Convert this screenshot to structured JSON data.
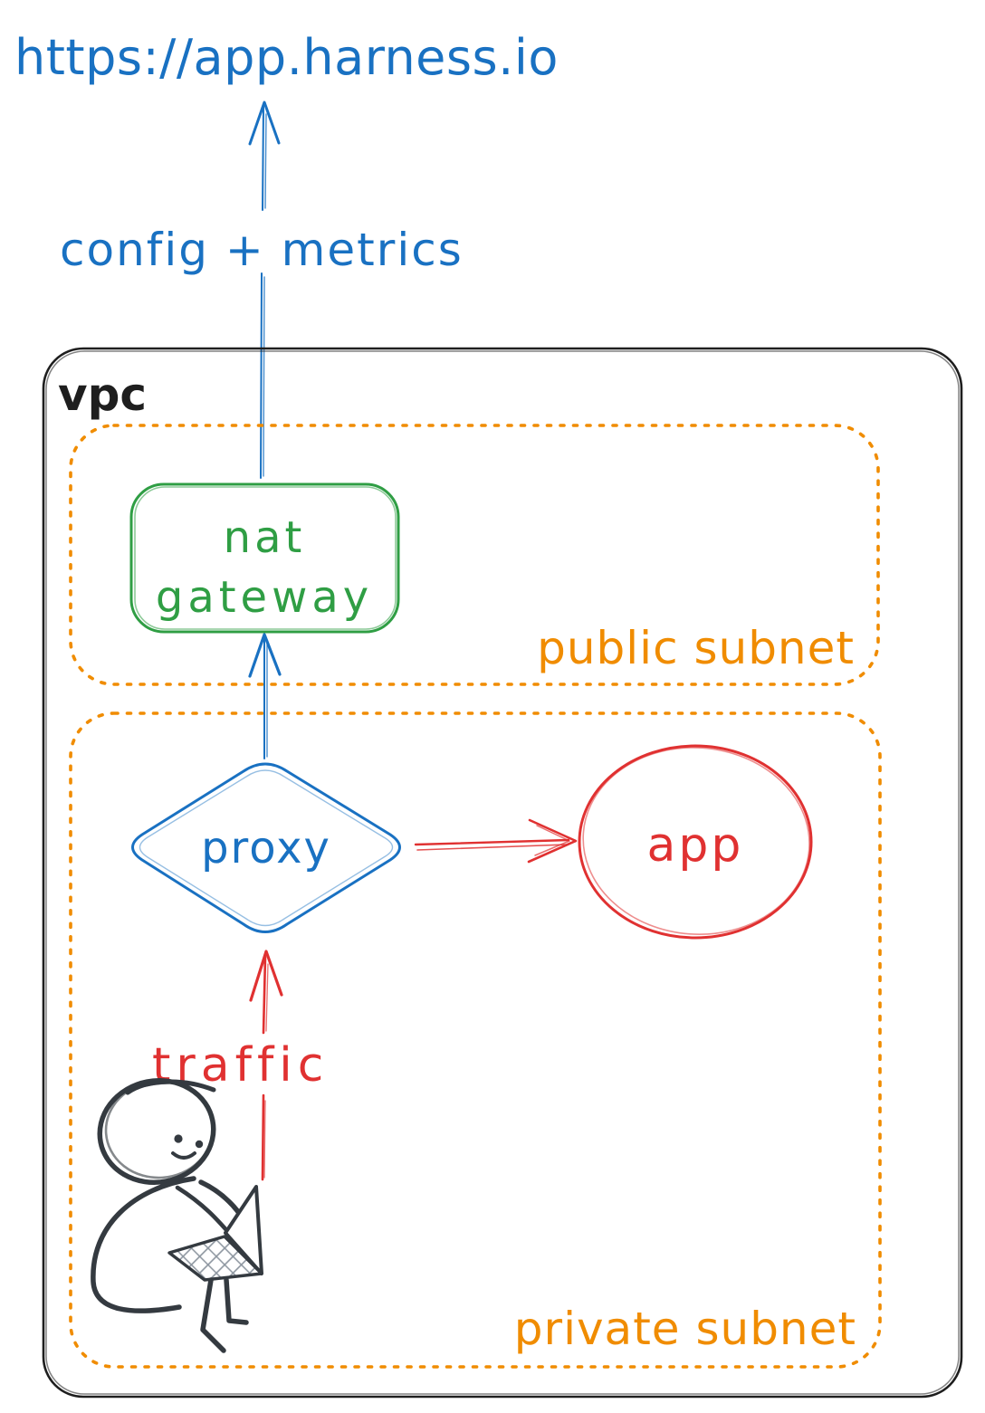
{
  "colors": {
    "blue": "#1971c2",
    "green": "#2f9e44",
    "orange": "#f08c00",
    "red": "#e03131",
    "ink": "#1e1e1e",
    "person_ink": "#343a40"
  },
  "labels": {
    "url": "https://app.harness.io",
    "config_metrics": "config + metrics",
    "vpc": "vpc",
    "public_subnet": "public subnet",
    "private_subnet": "private subnet",
    "traffic": "traffic"
  },
  "nodes": {
    "nat_gateway": {
      "line1": "nat",
      "line2": "gateway",
      "shape": "rounded-rectangle",
      "color": "#2f9e44"
    },
    "proxy": {
      "label": "proxy",
      "shape": "diamond",
      "color": "#1971c2"
    },
    "app": {
      "label": "app",
      "shape": "ellipse",
      "color": "#e03131"
    }
  },
  "containers": [
    {
      "label": "vpc",
      "style": "solid",
      "color": "#1e1e1e",
      "contains": [
        "public subnet",
        "private subnet"
      ]
    },
    {
      "label": "public subnet",
      "style": "dotted",
      "color": "#f08c00",
      "contains": [
        "nat gateway"
      ]
    },
    {
      "label": "private subnet",
      "style": "dotted",
      "color": "#f08c00",
      "contains": [
        "proxy",
        "app",
        "user"
      ]
    }
  ],
  "edges": [
    {
      "from": "user",
      "to": "proxy",
      "label": "traffic",
      "color": "#e03131",
      "direction": "up"
    },
    {
      "from": "proxy",
      "to": "app",
      "color": "#e03131",
      "direction": "right"
    },
    {
      "from": "proxy",
      "to": "nat gateway",
      "color": "#1971c2",
      "direction": "up"
    },
    {
      "from": "nat gateway",
      "to": "https://app.harness.io",
      "label": "config + metrics",
      "color": "#1971c2",
      "direction": "up"
    }
  ]
}
